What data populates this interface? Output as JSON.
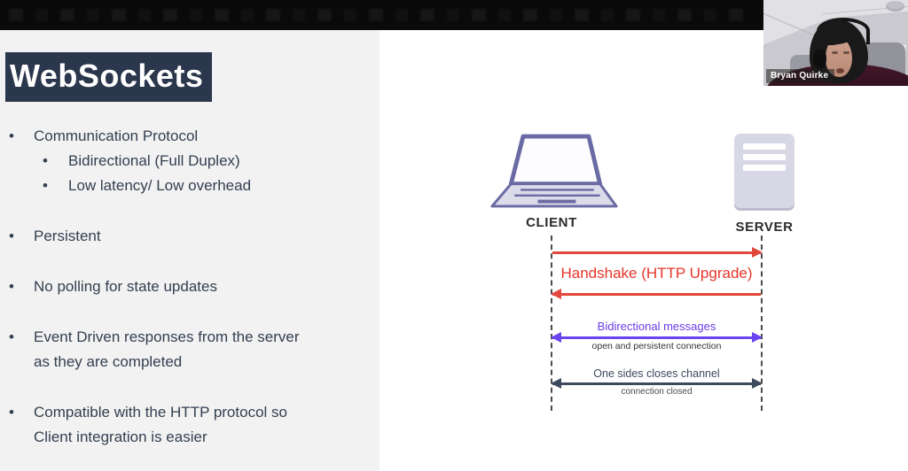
{
  "meeting": {
    "participant_name": "Bryan Quirke"
  },
  "slide": {
    "title": "WebSockets",
    "bullets": [
      {
        "level": 1,
        "text": "Communication Protocol"
      },
      {
        "level": 2,
        "text": "Bidirectional (Full Duplex)"
      },
      {
        "level": 2,
        "text": "Low latency/ Low overhead"
      },
      {
        "level": 1,
        "text": "Persistent"
      },
      {
        "level": 1,
        "text": "No polling for state updates"
      },
      {
        "level": 1,
        "text": "Event Driven responses from the server as they are completed"
      },
      {
        "level": 1,
        "text": "Compatible with the HTTP protocol so Client integration is easier"
      }
    ]
  },
  "diagram": {
    "client_label": "CLIENT",
    "server_label": "SERVER",
    "messages": [
      {
        "label": "Handshake (HTTP Upgrade)",
        "sublabel": "",
        "color": "#e23a2e",
        "direction": "request-then-response"
      },
      {
        "label": "Bidirectional messages",
        "sublabel": "open and persistent connection",
        "color": "#6b44f0",
        "direction": "bidirectional"
      },
      {
        "label": "One sides closes channel",
        "sublabel": "connection closed",
        "color": "#3d4a5e",
        "direction": "bidirectional"
      }
    ]
  },
  "theme": {
    "slide_panel_bg": "#f2f2f2",
    "slide_text": "#333f50",
    "title_bg": "#2b374d",
    "title_text": "#ffffff",
    "icon_accent": "#6a6aa4",
    "handshake_red": "#e23a2e",
    "bidirectional_purple": "#6b44f0",
    "close_dark": "#3d4a5e",
    "lifeline": "#4a4a4a"
  }
}
